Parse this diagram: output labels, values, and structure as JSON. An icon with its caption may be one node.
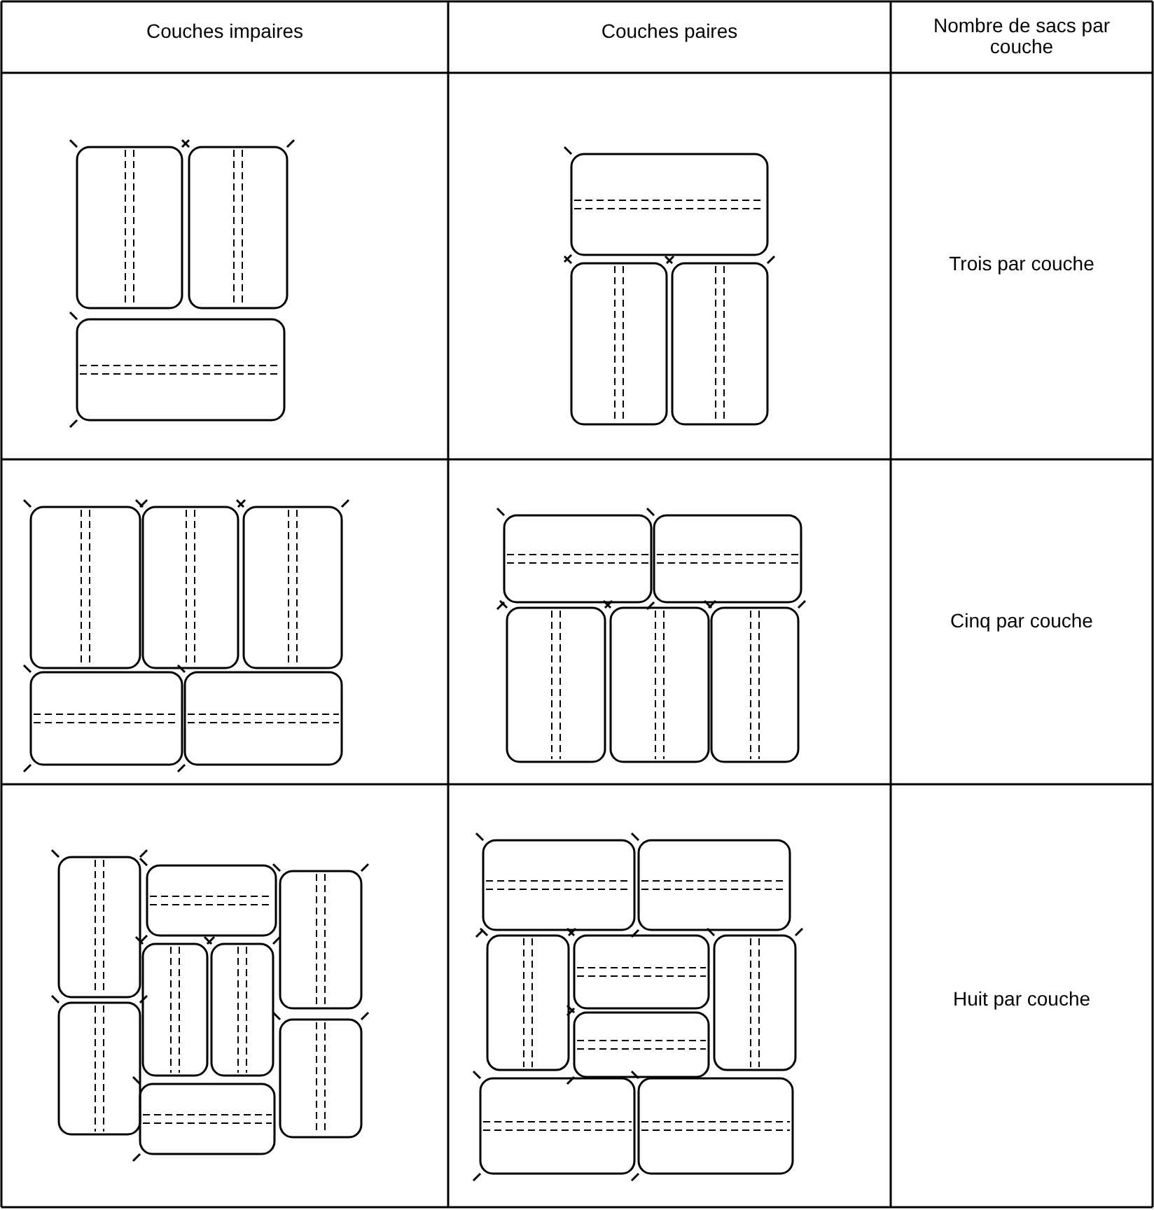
{
  "diagram": {
    "labels": [
      "Couches impaires",
      "Couches paires",
      "Nombre de sacs par couche",
      "Trois par couche",
      "Cinq par couche",
      "Huit par couche"
    ]
  }
}
